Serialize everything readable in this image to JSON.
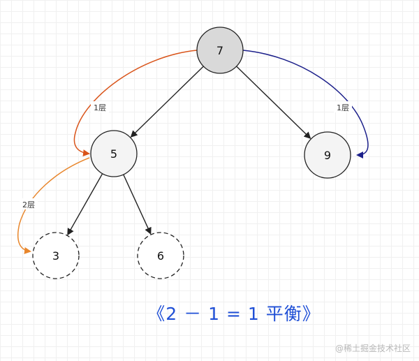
{
  "nodes": [
    {
      "id": "n7",
      "label": "7",
      "fill": "#d9d9d9",
      "style": "solid"
    },
    {
      "id": "n5",
      "label": "5",
      "fill": "#f4f4f4",
      "style": "solid"
    },
    {
      "id": "n9",
      "label": "9",
      "fill": "#f4f4f4",
      "style": "solid"
    },
    {
      "id": "n3",
      "label": "3",
      "fill": "#ffffff",
      "style": "dashed"
    },
    {
      "id": "n6",
      "label": "6",
      "fill": "#ffffff",
      "style": "dashed"
    }
  ],
  "edges": [
    {
      "from": "n7",
      "to": "n5"
    },
    {
      "from": "n7",
      "to": "n9"
    },
    {
      "from": "n5",
      "to": "n3"
    },
    {
      "from": "n5",
      "to": "n6"
    }
  ],
  "depth_arcs": [
    {
      "id": "left-1",
      "label": "1层",
      "color": "#d9541a"
    },
    {
      "id": "right-1",
      "label": "1层",
      "color": "#1b1f8a"
    },
    {
      "id": "left-2",
      "label": "2层",
      "color": "#e8862c"
    }
  ],
  "caption": "《2 － 1 = 1 平衡》",
  "watermark": "@稀土掘金技术社区",
  "colors": {
    "node_stroke": "#222222",
    "edge": "#222222",
    "caption": "#1f4fd6",
    "grid": "#f0f0f0"
  }
}
